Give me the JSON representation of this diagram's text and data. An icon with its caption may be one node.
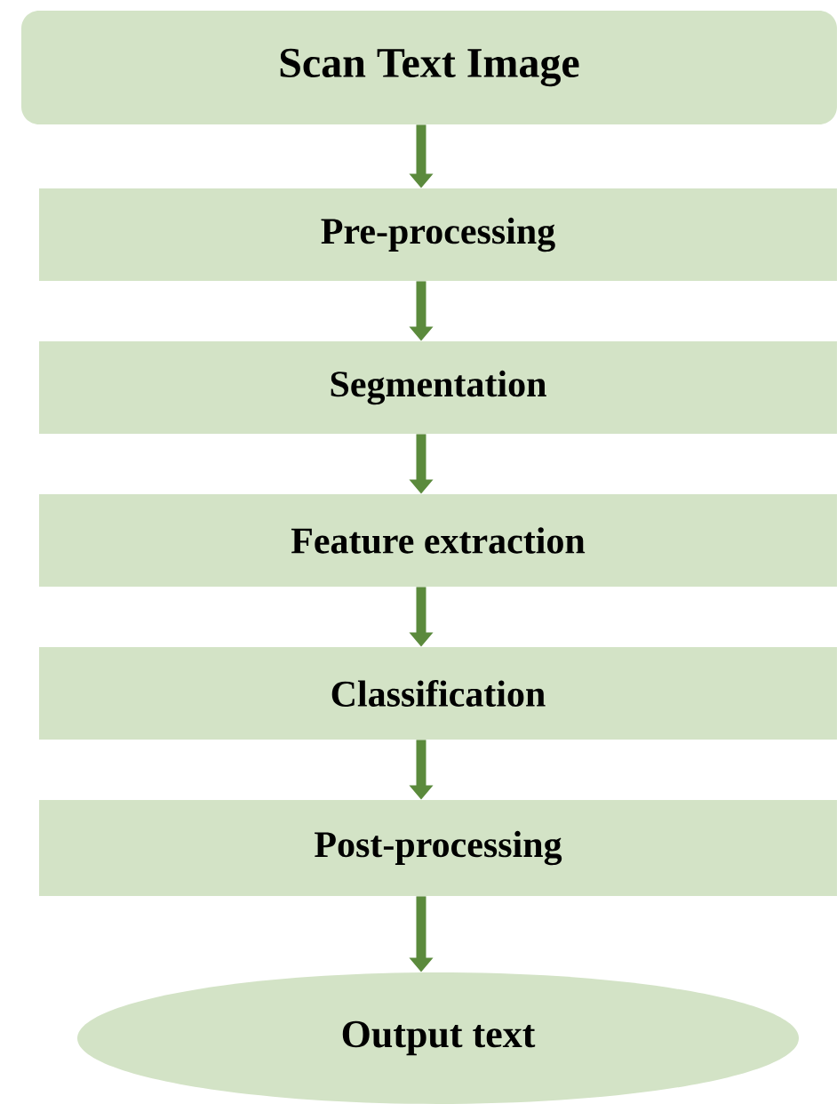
{
  "diagram": {
    "nodes": [
      {
        "text": [
          "Scan Text Image"
        ]
      },
      {
        "text": [
          "Pre-processing"
        ]
      },
      {
        "text": [
          "Segmentation"
        ]
      },
      {
        "text": [
          "Feature extraction"
        ]
      },
      {
        "text": [
          "Classification"
        ]
      },
      {
        "text": [
          "Post-processing"
        ]
      },
      {
        "text": [
          "Output text"
        ]
      }
    ],
    "edges": [
      {
        "from": 0,
        "to": 1,
        "arrow": "to"
      },
      {
        "from": 1,
        "to": 2,
        "arrow": "to"
      },
      {
        "from": 2,
        "to": 3,
        "arrow": "to"
      },
      {
        "from": 3,
        "to": 4,
        "arrow": "to"
      },
      {
        "from": 4,
        "to": 5,
        "arrow": "to"
      },
      {
        "from": 5,
        "to": 6,
        "arrow": "to"
      }
    ]
  }
}
